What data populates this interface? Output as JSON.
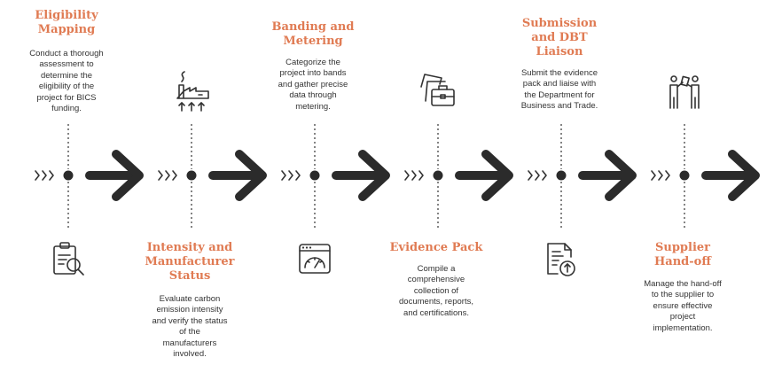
{
  "colors": {
    "accent": "#e07b53",
    "ink": "#333333",
    "arrow": "#2b2b2b"
  },
  "steps": [
    {
      "title": "Eligibility\nMapping",
      "description": "Conduct a thorough\nassessment to\ndetermine the\neligibility of the\nproject for BICS\nfunding.",
      "icon": "clipboard-search-icon",
      "text_position": "top"
    },
    {
      "title": "Intensity and\nManufacturer\nStatus",
      "description": "Evaluate carbon\nemission intensity\nand verify the status\nof the\nmanufacturers\ninvolved.",
      "icon": "factory-emissions-icon",
      "text_position": "bottom"
    },
    {
      "title": "Banding and\nMetering",
      "description": "Categorize the\nproject into bands\nand gather precise\ndata through\nmetering.",
      "icon": "meter-gauge-icon",
      "text_position": "top"
    },
    {
      "title": "Evidence Pack",
      "description": "Compile a\ncomprehensive\ncollection of\ndocuments, reports,\nand certifications.",
      "icon": "evidence-portfolio-icon",
      "text_position": "bottom"
    },
    {
      "title": "Submission\nand DBT\nLiaison",
      "description": "Submit the evidence\npack and liaise with\nthe Department for\nBusiness and Trade.",
      "icon": "document-upload-icon",
      "text_position": "top"
    },
    {
      "title": "Supplier\nHand-off",
      "description": "Manage the hand-off\nto the supplier to\nensure effective\nproject\nimplementation.",
      "icon": "handoff-people-icon",
      "text_position": "bottom"
    }
  ]
}
